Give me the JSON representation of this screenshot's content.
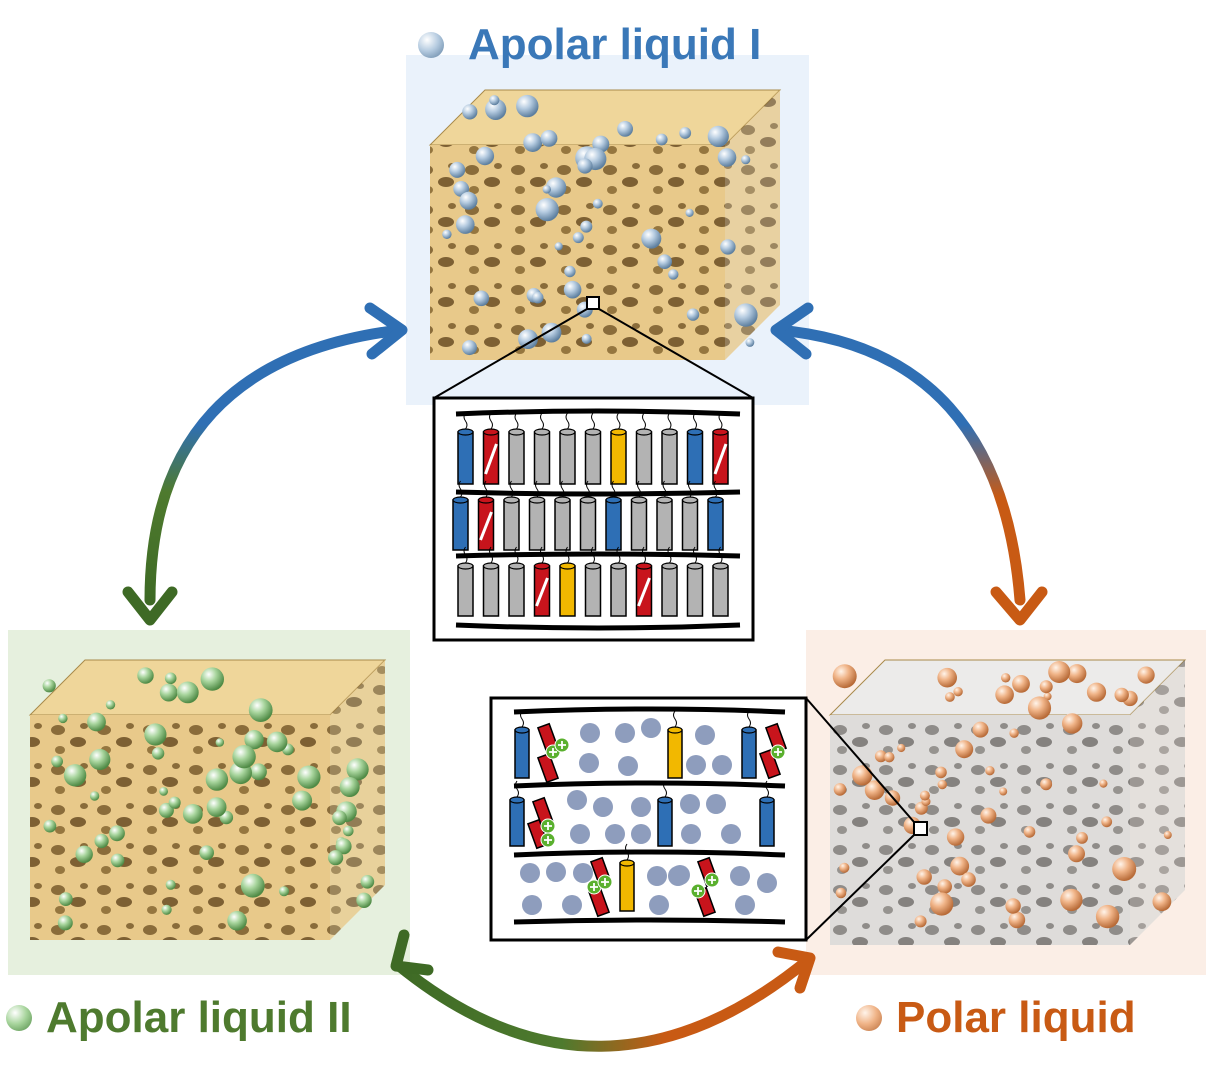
{
  "labels": {
    "apolar_1": "Apolar liquid I",
    "apolar_2": "Apolar liquid II",
    "polar": "Polar liquid"
  },
  "colors": {
    "apolar_1": "#3a78b8",
    "apolar_2": "#4e7a2e",
    "polar": "#c85a14",
    "panel_blue": "#eaf2fb",
    "panel_green": "#e6f0de",
    "panel_orange": "#fbeee6",
    "sponge_gold": "#e3c27a",
    "sponge_grey": "#d8d6d3",
    "rod_grey": "#b3b3b3",
    "rod_blue": "#2e6fb5",
    "rod_red": "#c8141c",
    "rod_yellow": "#f2b800",
    "solvent": "#8e9dbd"
  },
  "icons": [
    "blue-sphere-icon",
    "green-sphere-icon",
    "orange-sphere-icon",
    "plus-charge-icon"
  ]
}
